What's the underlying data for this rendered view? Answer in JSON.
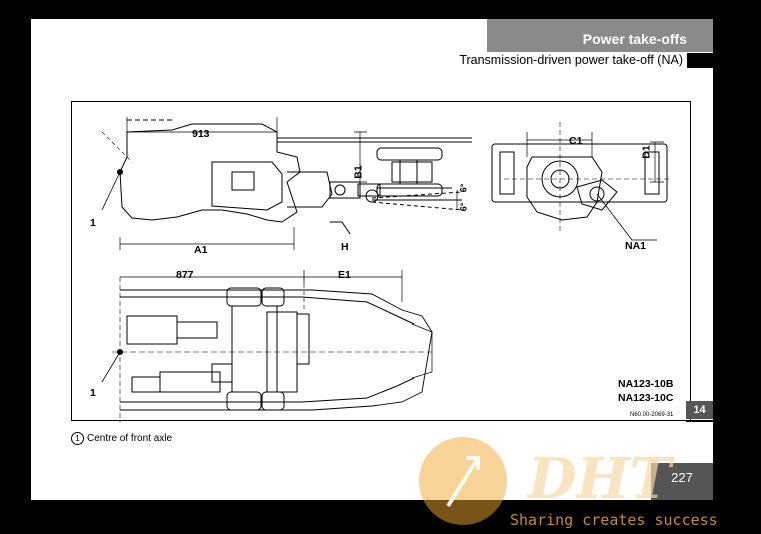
{
  "header": {
    "section_title": "Power take-offs",
    "subtitle": "Transmission-driven power take-off (NA)"
  },
  "figure": {
    "dimensions": {
      "d913": "913",
      "d877": "877",
      "a1": "A1",
      "b1": "B1",
      "c1": "C1",
      "d1": "D1",
      "e1": "E1",
      "h": "H",
      "na1": "NA1",
      "angle_top": "6°",
      "angle_bottom": "6°"
    },
    "callout_top": "1",
    "callout_bottom": "1",
    "model_line_1": "NA123-10B",
    "model_line_2": "NA123-10C",
    "drawing_number": "N60.00-2069-31"
  },
  "chapter_tab": "14",
  "caption": {
    "marker": "1",
    "text": "Centre of front axle"
  },
  "page_number": "227",
  "watermark": {
    "logo_text": "DHT",
    "tagline": "Sharing creates success",
    "accent_color": "#f0a830"
  }
}
